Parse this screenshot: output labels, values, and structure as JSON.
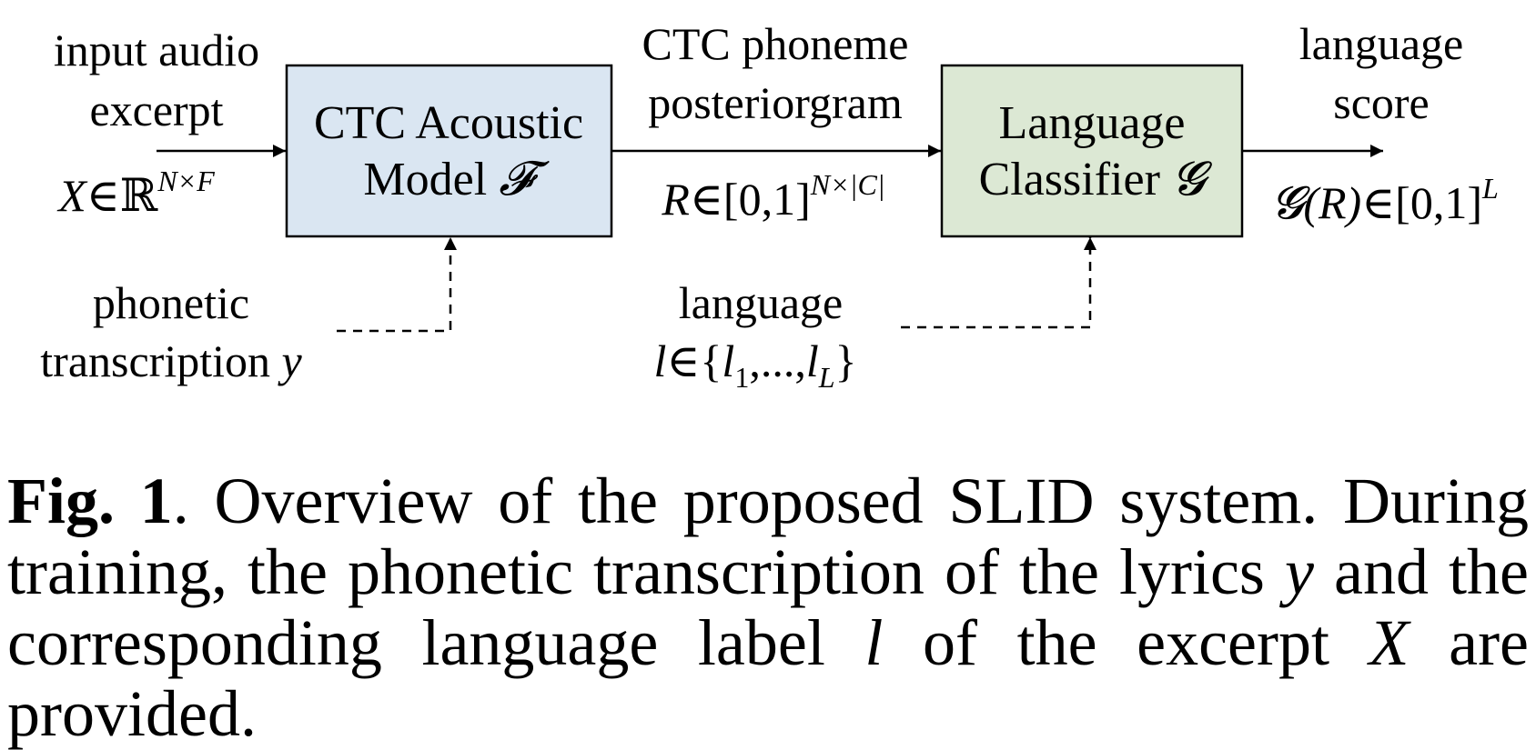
{
  "diagram": {
    "input": {
      "line1": "input audio",
      "line2": "excerpt",
      "sym": "X",
      "rel": "∈ℝ",
      "sup": "N×F"
    },
    "acoustic_model": {
      "line1": "CTC Acoustic",
      "line2": "Model",
      "sym": "𝓕",
      "fill": "#dae6f2"
    },
    "posteriorgram": {
      "line1": "CTC phoneme",
      "line2": "posteriorgram",
      "sym": "R",
      "rel": "∈[0,1]",
      "sup": "N×|C|"
    },
    "classifier": {
      "line1": "Language",
      "line2": "Classifier",
      "sym": "𝓖",
      "fill": "#dce8d4"
    },
    "output": {
      "line1": "language",
      "line2": "score",
      "sym": "𝓖(R)",
      "rel": "∈[0,1]",
      "sup": "L"
    },
    "transcription": {
      "line1": "phonetic",
      "line2": "transcription",
      "sym": "y"
    },
    "language": {
      "line1": "language",
      "sym": "l",
      "rel": "∈{",
      "l1": "l",
      "sub1": "1",
      "dots": ",...,",
      "lL": "l",
      "subL": "L",
      "close": "}"
    }
  },
  "caption": {
    "label": "Fig. 1",
    "text1": ". Overview of the proposed SLID system. During training, the phonetic transcription of the lyrics ",
    "y": "y",
    "text2": " and the corresponding language label ",
    "l": "l",
    "text3": " of the excerpt ",
    "X": "X",
    "text4": " are provided."
  }
}
